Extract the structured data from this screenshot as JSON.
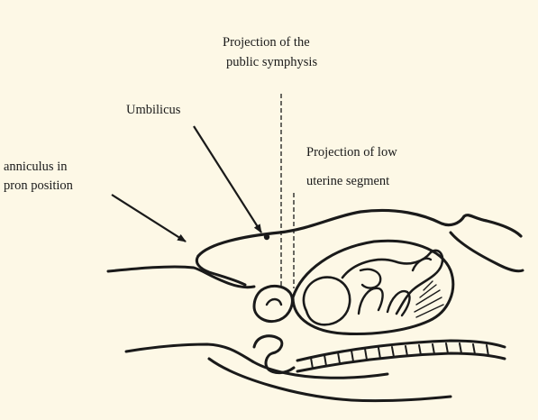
{
  "labels": {
    "pubic_line1": "Projection of the",
    "pubic_line2": "public symphysis",
    "umbilicus": "Umbilicus",
    "uterine_line1": "Projection of low",
    "uterine_line2": "uterine segment",
    "panniculus_line1": "anniculus in",
    "panniculus_line2": "pron position"
  },
  "colors": {
    "background": "#fdf8e6",
    "ink": "#1a1a1a"
  }
}
